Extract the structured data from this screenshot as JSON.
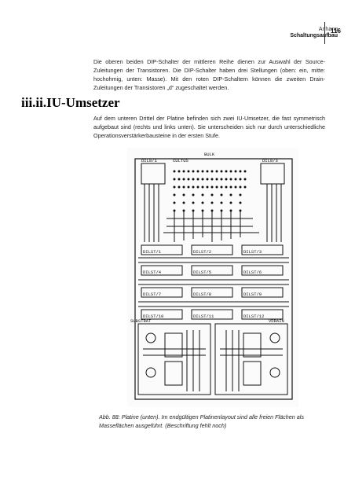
{
  "header": {
    "section": "Anhang",
    "subsection": "Schaltungsaufbau",
    "page_number": "116"
  },
  "paragraph1": "Die oberen beiden DIP-Schalter der mittleren Reihe dienen zur Auswahl der Source-Zuleitungen der Transistoren. Die DIP-Schalter haben drei Stellungen (oben: ein, mitte: hochohmig, unten: Masse). Mit den roten DIP-Schaltern können die zweiten Drain-Zuleitungen der Transistoren „d“ zugeschaltet werden.",
  "heading": "iii.ii.IU-Umsetzer",
  "paragraph2": "Auf dem unteren Drittel der Platine befinden sich zwei IU-Umsetzer, die fast symmetrisch aufgebaut sind (rechts und links unten). Sie unterscheiden sich nur durch unterschiedliche Operationsverstärkerbausteine in der ersten Stufe.",
  "figure": {
    "labels": {
      "bulk": "BULK",
      "dil8_1": "DIL8/1",
      "cultus": "CULTUS",
      "dil8_3": "DIL8/3",
      "dilsw_row1": [
        "DILST/1",
        "DILST/2",
        "DILST/3"
      ],
      "dilsw_row2": [
        "DILST/4",
        "DILST/5",
        "DILST/6"
      ],
      "dilsw_row3": [
        "DILST/7",
        "DILST/8",
        "DILST/9"
      ],
      "dilsw_row4": [
        "DILST/10",
        "DILST/11",
        "DILST/12"
      ],
      "substrat": "SUBSTRAT",
      "vdrain": "VDRAIN"
    }
  },
  "caption": "Abb. 88: Platine (unten). Im endgültigen Platinenlayout sind alle freien Flächen als Masseflächen ausgeführt. (Beschriftung fehlt noch)"
}
